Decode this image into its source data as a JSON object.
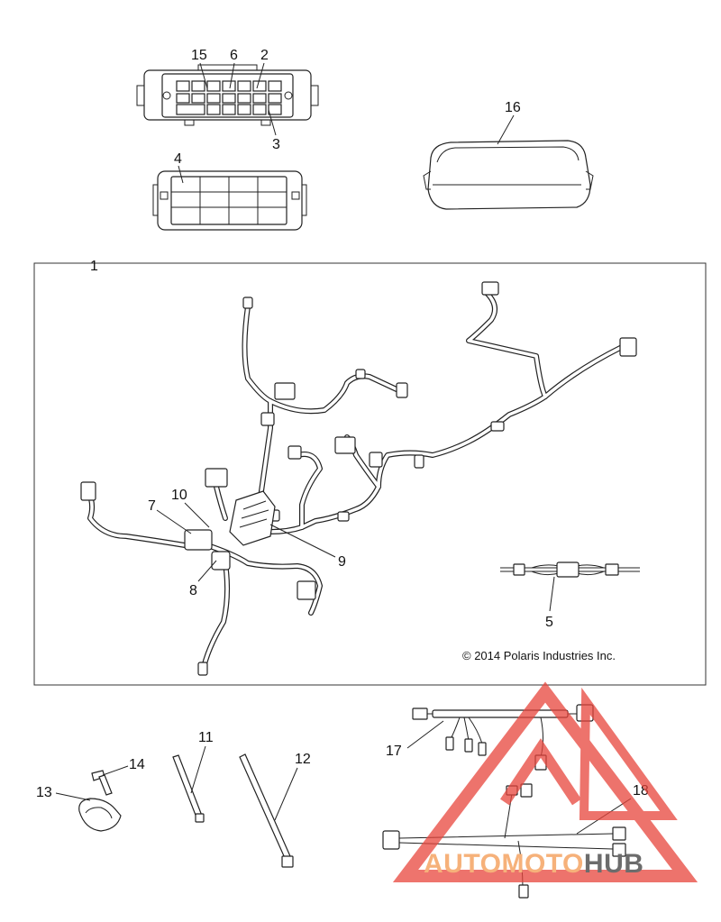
{
  "callouts": {
    "c1": "1",
    "c2": "2",
    "c3": "3",
    "c4": "4",
    "c5": "5",
    "c6": "6",
    "c7": "7",
    "c8": "8",
    "c9": "9",
    "c10": "10",
    "c11": "11",
    "c12": "12",
    "c13": "13",
    "c14": "14",
    "c15": "15",
    "c16": "16",
    "c17": "17",
    "c18": "18"
  },
  "copyright": "© 2014 Polaris Industries Inc.",
  "watermark": {
    "part1": "AUTO",
    "part2": "MOTO",
    "part3": "HUB",
    "colors": {
      "triangle": "#e8453c",
      "text_light": "#f6b17a",
      "text_dark": "#6c6c6c"
    }
  }
}
